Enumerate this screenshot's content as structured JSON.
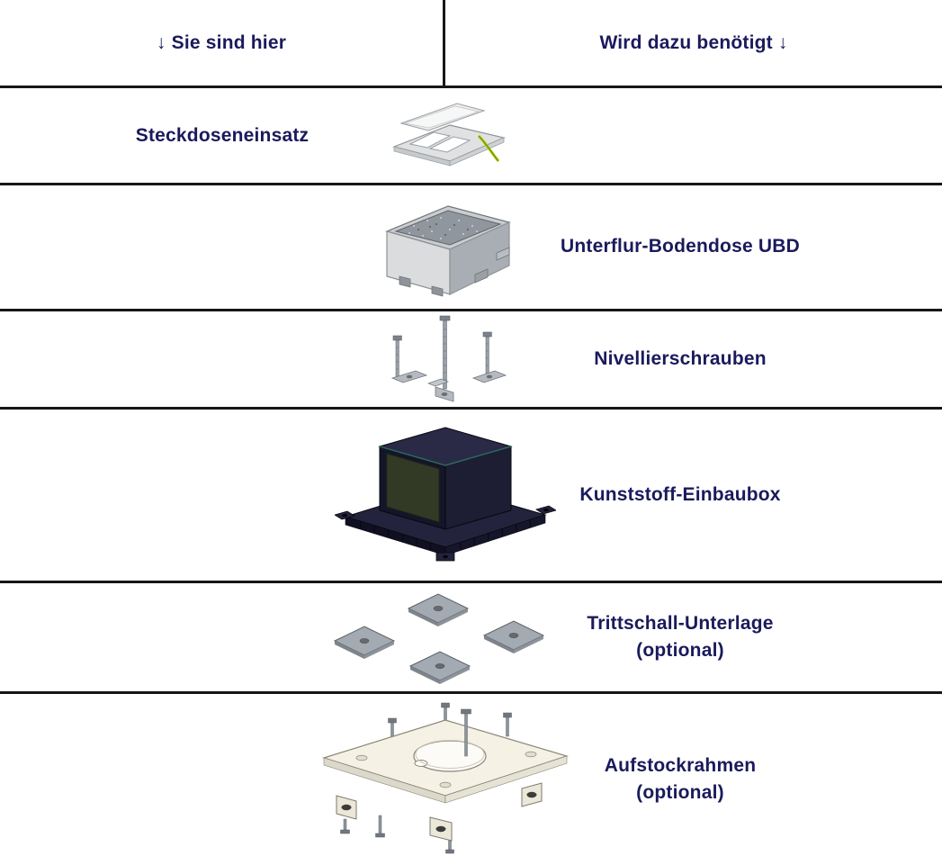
{
  "header": {
    "left": "↓ Sie sind hier",
    "right": "Wird dazu benötigt ↓"
  },
  "rows": [
    {
      "label": "Steckdoseneinsatz",
      "image": "steckdoseneinsatz-3d-view"
    },
    {
      "label": "Unterflur-Bodendose UBD",
      "image": "unterflur-bodendose-ubd-3d-view"
    },
    {
      "label": "Nivellierschrauben",
      "image": "nivellierschrauben-3d-view"
    },
    {
      "label": "Kunststoff-Einbaubox",
      "image": "kunststoff-einbaubox-3d-view"
    },
    {
      "label": "Trittschall-Unterlage\n(optional)",
      "image": "trittschall-unterlage-3d-view"
    },
    {
      "label": "Aufstockrahmen\n(optional)",
      "image": "aufstockrahmen-3d-view"
    }
  ],
  "colors": {
    "text": "#1a1a5c",
    "divider": "#161616",
    "background": "#ffffff",
    "wire_accent": "#b9c400"
  }
}
